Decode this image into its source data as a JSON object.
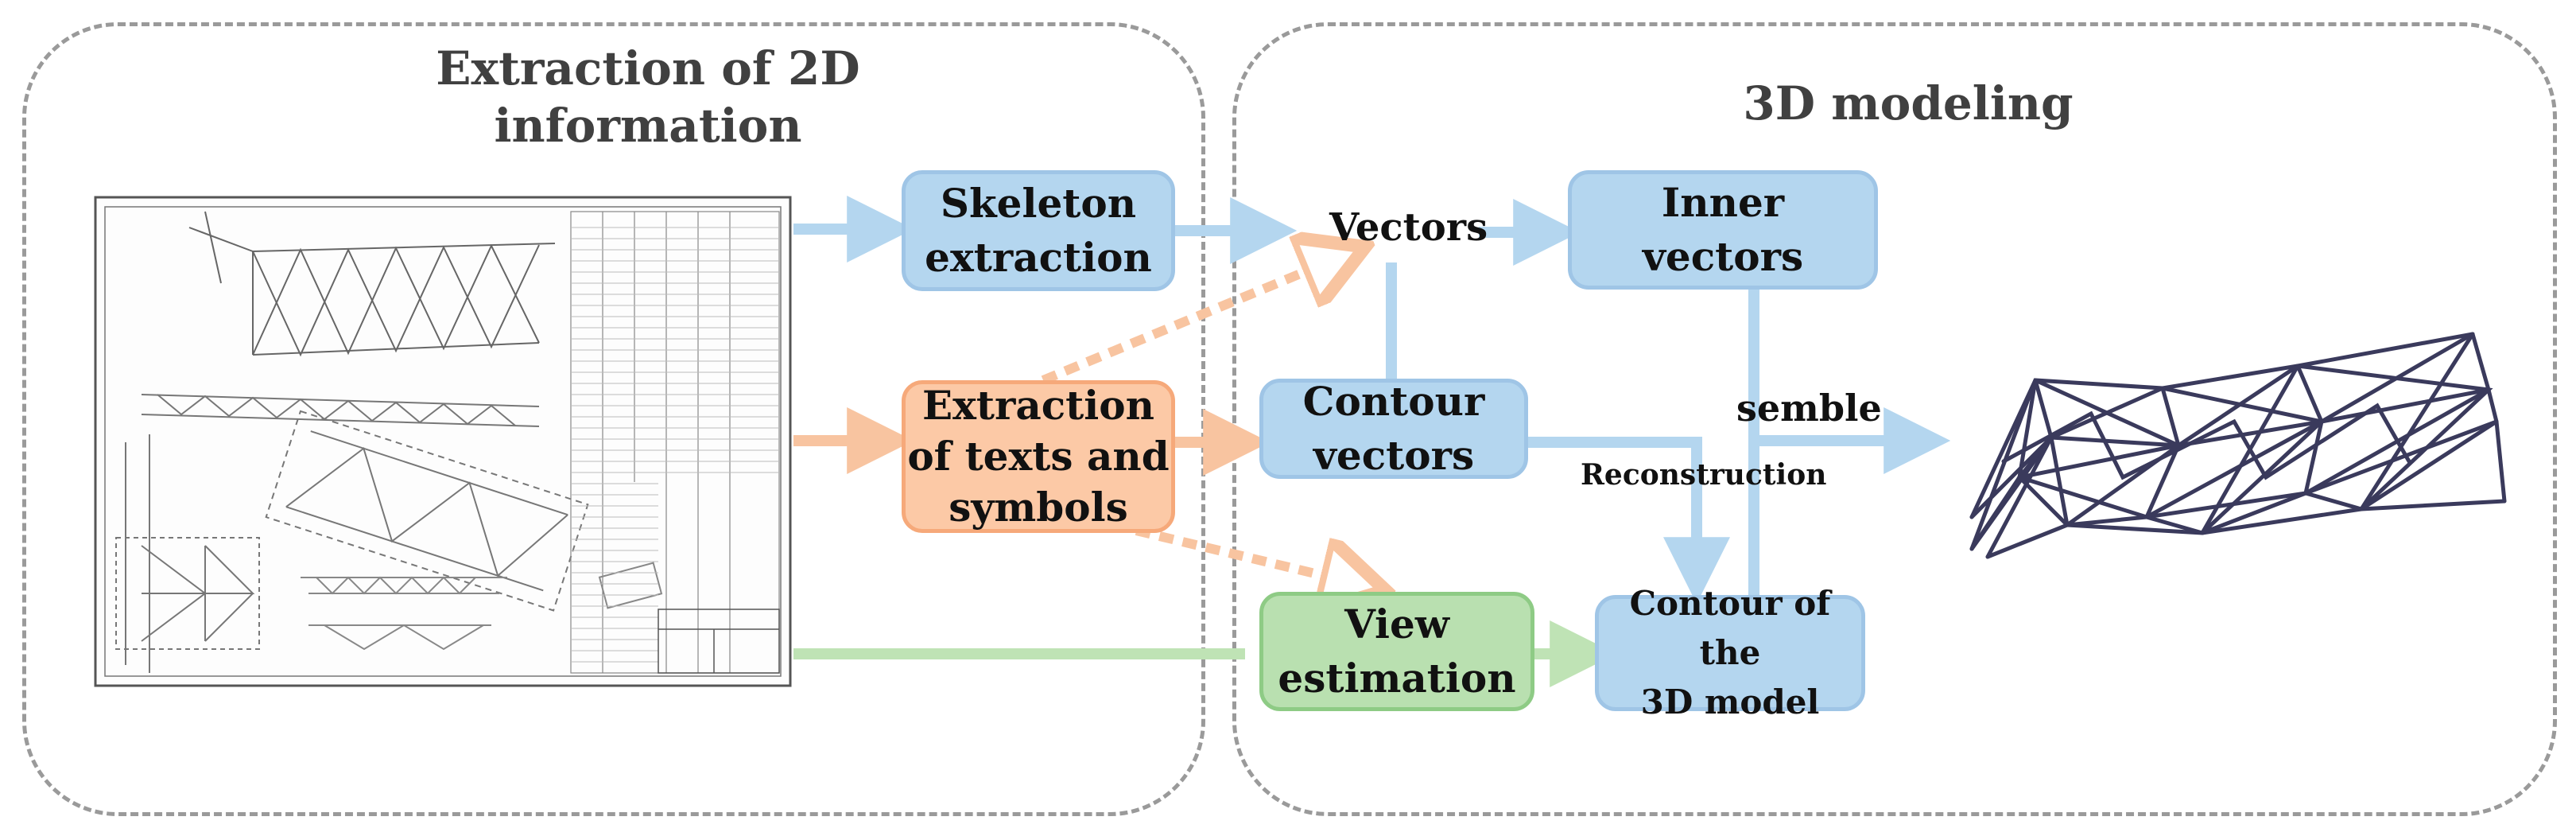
{
  "groups": {
    "left_title": "Extraction of 2D\ninformation",
    "right_title": "3D modeling"
  },
  "nodes": {
    "skeleton": "Skeleton\nextraction",
    "texts_symbols": "Extraction\nof texts and\nsymbols",
    "contour_vectors": "Contour\nvectors",
    "inner_vectors": "Inner\nvectors",
    "view_estimation": "View\nestimation",
    "contour_model": "Contour of the\n3D model"
  },
  "labels": {
    "vectors": "Vectors",
    "assemble": "semble",
    "reconstruction": "Reconstruction"
  },
  "colors": {
    "blue_fill": "#b4d6ef",
    "blue_arrow": "#b4d6ef",
    "orange_fill": "#fcc9a6",
    "orange_arrow": "#f8c4a0",
    "green_fill": "#b9e0b0",
    "green_arrow": "#bfe3b5",
    "model_stroke": "#3a3a5c",
    "dash_border": "#9a9a9a"
  },
  "images": {
    "drawing": "engineering-drawing-image",
    "model": "3d-truss-model-image"
  }
}
